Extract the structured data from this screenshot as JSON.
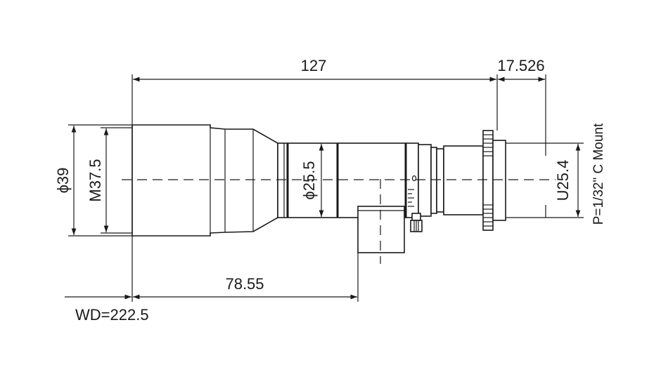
{
  "dimensions": {
    "overall_length": "127",
    "flange_back": "17.526",
    "front_diameter": "ϕ39",
    "filter_thread": "M37.5",
    "barrel_diameter": "ϕ25.5",
    "mount_thread": "U25.4",
    "mount_type": "P=1/32\" C Mount",
    "knob_offset": "78.55",
    "working_distance": "WD=222.5"
  }
}
